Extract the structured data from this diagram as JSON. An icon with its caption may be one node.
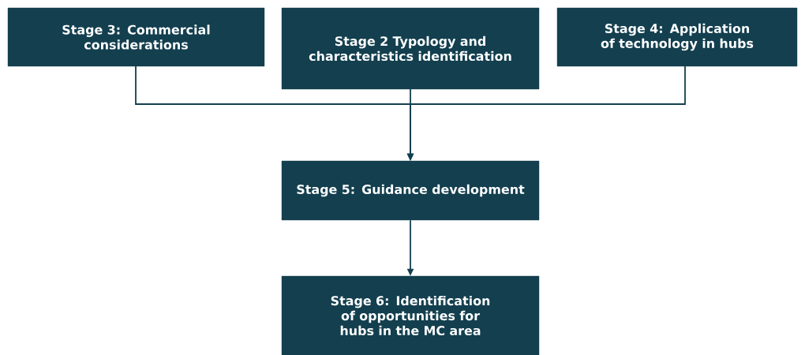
{
  "diagram": {
    "nodes": [
      {
        "text": [
          "Stage 3: Commercial considerations"
        ]
      },
      {
        "text": [
          "Stage 2 Typology and characteristics identification"
        ]
      },
      {
        "text": [
          "Stage 4: Application of technology in hubs"
        ]
      },
      {
        "text": [
          "Stage 5: Guidance development"
        ]
      },
      {
        "text": [
          "Stage 6: Identification of opportunities for hubs in the MC area"
        ]
      }
    ],
    "edges": [
      {
        "from": 0,
        "to": 3,
        "arrow": "to"
      },
      {
        "from": 1,
        "to": 3,
        "arrow": "to"
      },
      {
        "from": 2,
        "to": 3,
        "arrow": "to"
      },
      {
        "from": 3,
        "to": 4,
        "arrow": "to"
      }
    ]
  }
}
